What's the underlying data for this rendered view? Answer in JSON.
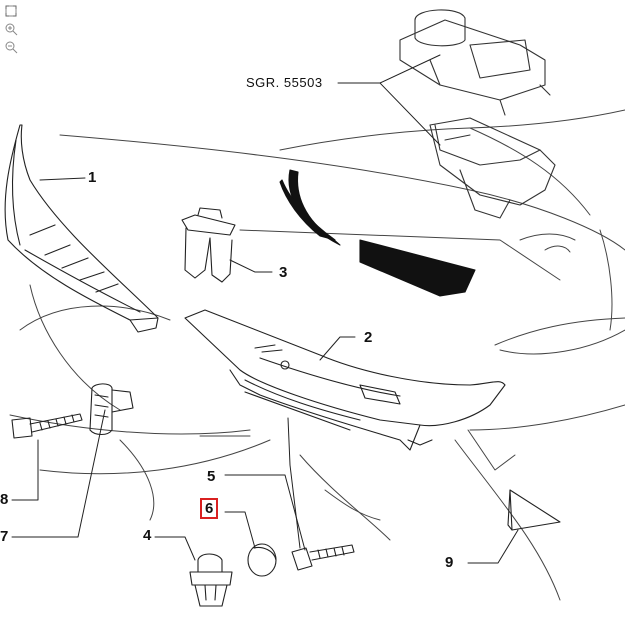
{
  "reference": "SGR. 55503",
  "callouts": {
    "c1": "1",
    "c2": "2",
    "c3": "3",
    "c4": "4",
    "c5": "5",
    "c6": "6",
    "c7": "7",
    "c8": "8",
    "c9": "9"
  },
  "highlight_color": "#d92020",
  "toolbar": {
    "icons": [
      "fit-icon",
      "zoom-in-icon",
      "zoom-out-icon"
    ]
  }
}
